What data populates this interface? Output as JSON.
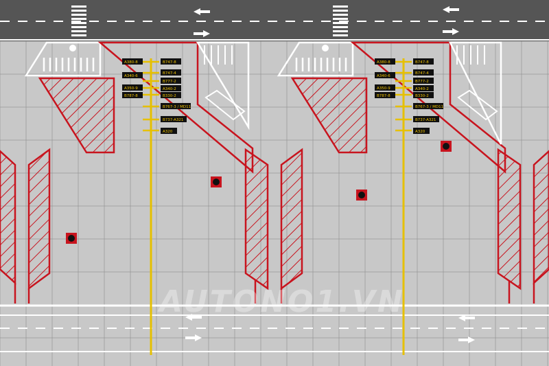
{
  "scene": {
    "type": "airport apron marking mat (top view)",
    "colors": {
      "asphalt": "#555555",
      "concrete": "#c8c8c8",
      "red_marking": "#c8141e",
      "yellow_lead_line": "#e6c000",
      "white_marking": "#ffffff",
      "label_bg": "#111111",
      "label_text": "#f2c400"
    }
  },
  "stands": [
    {
      "id": "stand-left",
      "stop_bar_labels_left": [
        "A380-8",
        "A340-6",
        "A350-9",
        "B787-8"
      ],
      "stop_bar_labels_right": [
        "B747-8",
        "B747-4",
        "B777-2",
        "A340-2",
        "B330-2",
        "B767-3 / MD11",
        "B737-A321",
        "A320"
      ]
    },
    {
      "id": "stand-right",
      "stop_bar_labels_left": [
        "A380-8",
        "A340-6",
        "A350-9",
        "B787-8"
      ],
      "stop_bar_labels_right": [
        "B747-8",
        "B747-4",
        "B777-2",
        "A340-2",
        "B330-2",
        "B767-3 / MD11",
        "B737-A321",
        "A320"
      ]
    }
  ],
  "roads": {
    "top": {
      "arrows": [
        "left-arrow",
        "right-arrow",
        "left-arrow",
        "right-arrow"
      ]
    },
    "bottom": {
      "arrows": [
        "left-arrow",
        "right-arrow",
        "left-arrow",
        "right-arrow"
      ]
    }
  },
  "watermark": "AUTONO1.VN"
}
